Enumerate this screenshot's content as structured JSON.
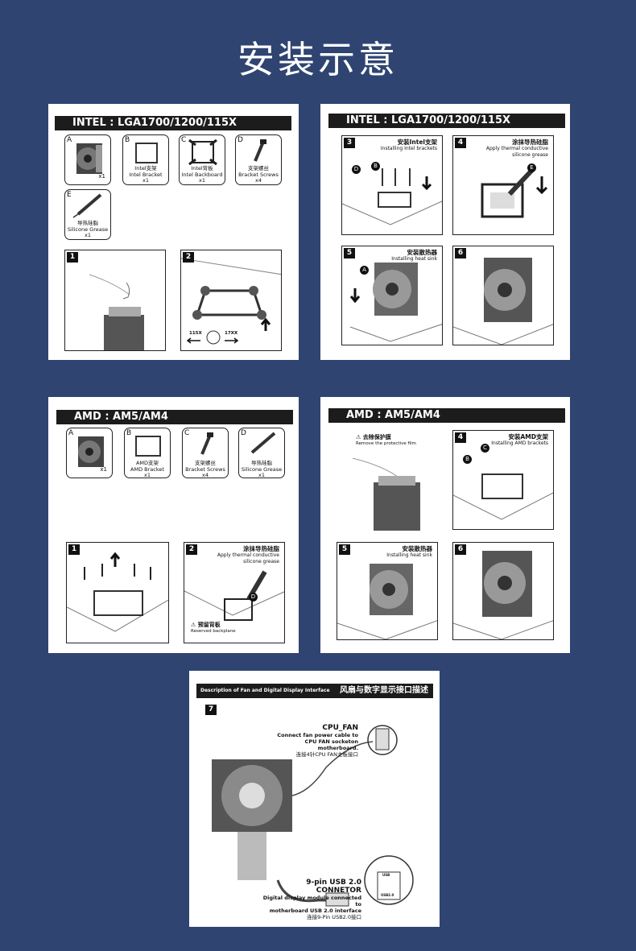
{
  "page_title": "安装示意",
  "intel_parts": {
    "header": "INTEL : LGA1700/1200/115X",
    "items": [
      {
        "letter": "A",
        "qty": "x1"
      },
      {
        "letter": "B",
        "cn": "Intel支架",
        "en": "Intel Bracket",
        "qty": "x1"
      },
      {
        "letter": "C",
        "cn": "Intel背板",
        "en": "Intel Backboard",
        "qty": "x1"
      },
      {
        "letter": "D",
        "cn": "支架螺丝",
        "en": "Bracket Screws",
        "qty": "x4"
      },
      {
        "letter": "E",
        "cn": "导热硅脂",
        "en": "Silicone Grease",
        "qty": "x1"
      }
    ],
    "step1": "1",
    "step2": "2",
    "label_115x": "115X",
    "label_17xx": "17XX"
  },
  "intel_steps": {
    "header": "INTEL : LGA1700/1200/115X",
    "step3": {
      "num": "3",
      "cn": "安装Intel支架",
      "en": "Installing Intel brackets"
    },
    "step4": {
      "num": "4",
      "cn": "涂抹导热硅脂",
      "en1": "Apply thermal conductive",
      "en2": "silicone grease"
    },
    "step5": {
      "num": "5",
      "cn": "安装散热器",
      "en": "Installing heat sink"
    },
    "step6": {
      "num": "6"
    },
    "callouts": {
      "d": "D",
      "b": "B",
      "e": "E",
      "a": "A"
    }
  },
  "amd_parts": {
    "header": "AMD : AM5/AM4",
    "items": [
      {
        "letter": "A",
        "qty": "x1"
      },
      {
        "letter": "B",
        "cn": "AMD支架",
        "en": "AMD Bracket",
        "qty": "x1"
      },
      {
        "letter": "C",
        "cn": "支架螺丝",
        "en": "Bracket Screws",
        "qty": "x4"
      },
      {
        "letter": "D",
        "cn": "导热硅脂",
        "en": "Silicone Grease",
        "qty": "x1"
      }
    ],
    "step1": "1",
    "step2": {
      "num": "2",
      "cn": "涂抹导热硅脂",
      "en1": "Apply thermal conductive",
      "en2": "silicone grease"
    },
    "backplane_cn": "预留背板",
    "backplane_en": "Reserved backplane",
    "callout_d": "D"
  },
  "amd_steps": {
    "header": "AMD : AM5/AM4",
    "remove_cn": "去除保护膜",
    "remove_en": "Remove the protective film",
    "step4": {
      "num": "4",
      "cn": "安装AMD支架",
      "en": "Installing AMD brackets"
    },
    "step5": {
      "num": "5",
      "cn": "安装散热器",
      "en": "Installing heat sink"
    },
    "step6": {
      "num": "6"
    },
    "callouts": {
      "b": "B",
      "c": "C"
    }
  },
  "fan_panel": {
    "header_en": "Description of Fan and Digital Display Interface",
    "header_cn": "风扇与数字显示接口描述",
    "step": "7",
    "cpu_fan_title": "CPU_FAN",
    "cpu_fan_desc1": "Connect fan power cable to",
    "cpu_fan_desc2": "CPU FAN socketon motherboard.",
    "cpu_fan_cn": "连接4针CPU FAN主板接口",
    "usb_title": "9-pin USB 2.0 CONNETOR",
    "usb_desc1": "Digital display module connected to",
    "usb_desc2": "motherboard USB 2.0 interface",
    "usb_cn": "连接9-Pin USB2.0接口",
    "header_label_top": "USB",
    "header_label_bottom": "USB2.0"
  }
}
